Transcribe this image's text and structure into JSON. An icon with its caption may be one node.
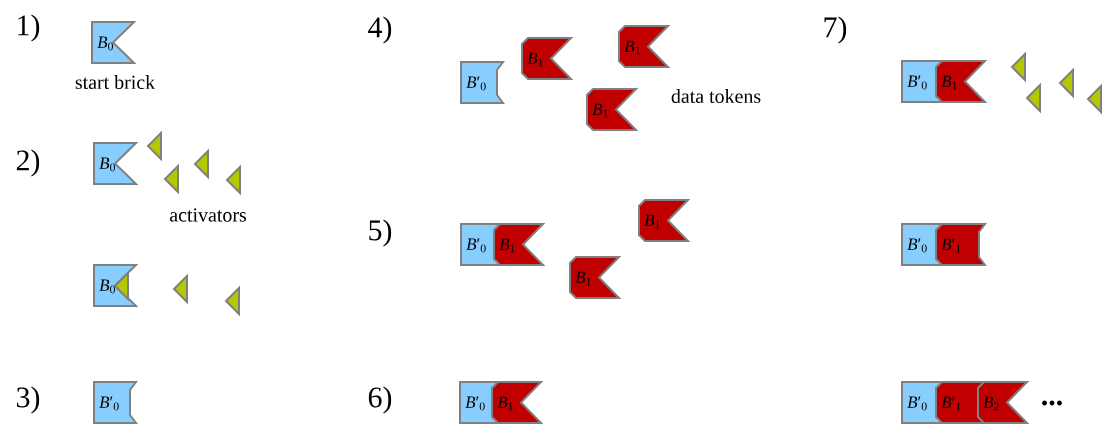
{
  "diagram": {
    "nodes": [
      {
        "text": [
          "*B*$_{0}$"
        ]
      },
      {
        "text": [
          "*B*$_{0}$"
        ]
      },
      {
        "text": [],
        "shape": "triangle"
      },
      {
        "text": [],
        "shape": "triangle"
      },
      {
        "text": [],
        "shape": "triangle"
      },
      {
        "text": [],
        "shape": "triangle"
      },
      {
        "text": [
          "*B*$_{0}$"
        ]
      },
      {
        "text": [],
        "shape": "triangle"
      },
      {
        "text": [],
        "shape": "triangle"
      },
      {
        "text": [],
        "shape": "triangle"
      },
      {
        "text": [
          "*B*′$_{0}$"
        ]
      },
      {
        "text": [
          "*B*′$_{0}$"
        ]
      },
      {
        "text": [
          "*B*$_{1}$"
        ]
      },
      {
        "text": [
          "*B*$_{1}$"
        ]
      },
      {
        "text": [
          "*B*$_{1}$"
        ]
      },
      {
        "text": [
          "*B*′$_{0}$"
        ]
      },
      {
        "text": [
          "*B*$_{1}$"
        ]
      },
      {
        "text": [
          "*B*$_{1}$"
        ]
      },
      {
        "text": [
          "*B*$_{1}$"
        ]
      },
      {
        "text": [
          "*B*′$_{0}$"
        ]
      },
      {
        "text": [
          "*B*$_{1}$"
        ]
      },
      {
        "text": [
          "*B*′$_{0}$"
        ]
      },
      {
        "text": [
          "*B*$_{1}$"
        ]
      },
      {
        "text": [],
        "shape": "triangle"
      },
      {
        "text": [],
        "shape": "triangle"
      },
      {
        "text": [],
        "shape": "triangle"
      },
      {
        "text": [],
        "shape": "triangle"
      },
      {
        "text": [
          "*B*′$_{0}$"
        ]
      },
      {
        "text": [
          "*B*′$_{1}$"
        ]
      },
      {
        "text": [
          "*B*′$_{0}$"
        ]
      },
      {
        "text": [
          "*B*′$_{1}$"
        ]
      },
      {
        "text": [
          "*B*$_{2}$"
        ]
      }
    ],
    "labels": [
      "1)",
      "start brick",
      "2)",
      "activators",
      "3)",
      "4)",
      "data tokens",
      "5)",
      "6)",
      "7)",
      "..."
    ]
  }
}
